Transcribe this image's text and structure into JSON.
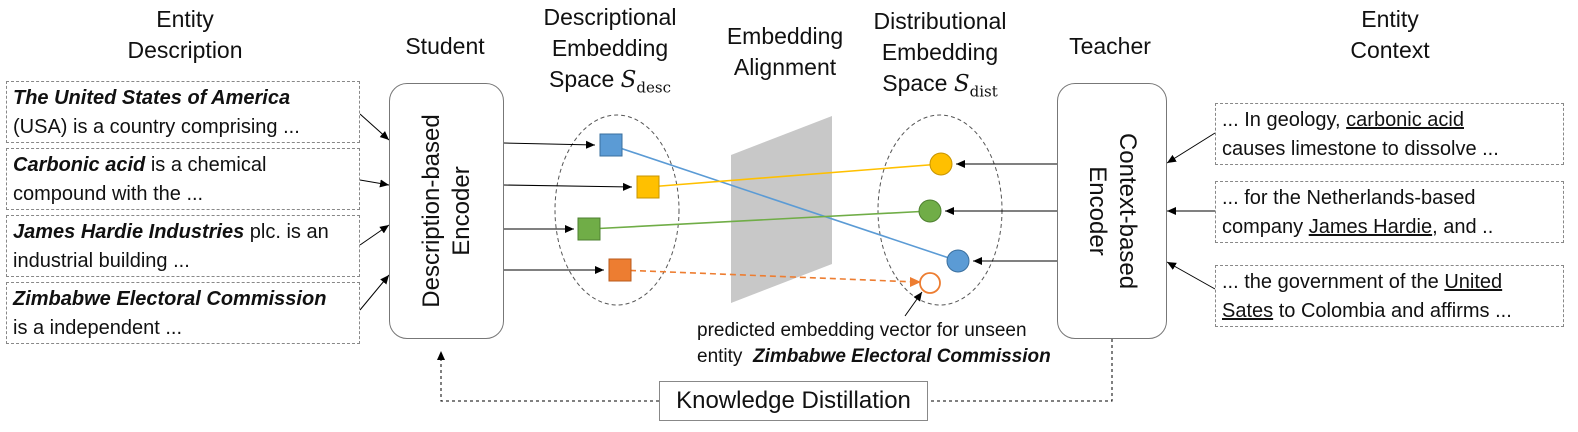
{
  "headers": {
    "entity_description": [
      "Entity",
      "Description"
    ],
    "student": "Student",
    "descriptional_space": [
      "Descriptional",
      "Embedding",
      "Space"
    ],
    "desc_symbol": "S",
    "desc_subscript": "desc",
    "alignment": [
      "Embedding",
      "Alignment"
    ],
    "distributional_space": [
      "Distributional",
      "Embedding",
      "Space"
    ],
    "dist_symbol": "S",
    "dist_subscript": "dist",
    "teacher": "Teacher",
    "entity_context": [
      "Entity",
      "Context"
    ]
  },
  "descriptions": [
    {
      "bold": "The United States of America",
      "rest1": "",
      "line2": "(USA) is a country comprising ..."
    },
    {
      "bold": "Carbonic acid",
      "rest1": " is a chemical",
      "line2": "compound with the ..."
    },
    {
      "bold": "James Hardie Industries",
      "rest1": " plc. is an",
      "line2": "industrial building ..."
    },
    {
      "bold": "Zimbabwe Electoral Commission",
      "rest1": "",
      "line2": "is a independent ..."
    }
  ],
  "student_encoder": [
    "Description-based",
    "Encoder"
  ],
  "teacher_encoder": [
    "Context-based",
    "Encoder"
  ],
  "contexts": [
    {
      "a": "... In geology, ",
      "u1": "carbonic acid",
      "b": "",
      "u2": "",
      "line2": "causes limestone to dissolve ..."
    },
    {
      "a": "... for the Netherlands-based",
      "u1": "",
      "b": "",
      "u2": "James Hardie",
      "line2pre": "company ",
      "line2": ", and .."
    },
    {
      "a": "... the government of the ",
      "u1": "United",
      "b": "",
      "u2": "Sates",
      "line2pre": "",
      "line2": " to Colombia and affirms ..."
    }
  ],
  "prediction_note": {
    "line1": "predicted embedding vector for unseen",
    "line2_prefix": "entity",
    "line2_bold": "Zimbabwe Electoral Commission"
  },
  "knowledge_distillation": "Knowledge Distillation",
  "colors": {
    "usa": "#5b9bd5",
    "carbonic": "#ffc000",
    "james": "#70ad47",
    "zimbabwe": "#ed7d31",
    "plane": "#c8c8c8"
  }
}
